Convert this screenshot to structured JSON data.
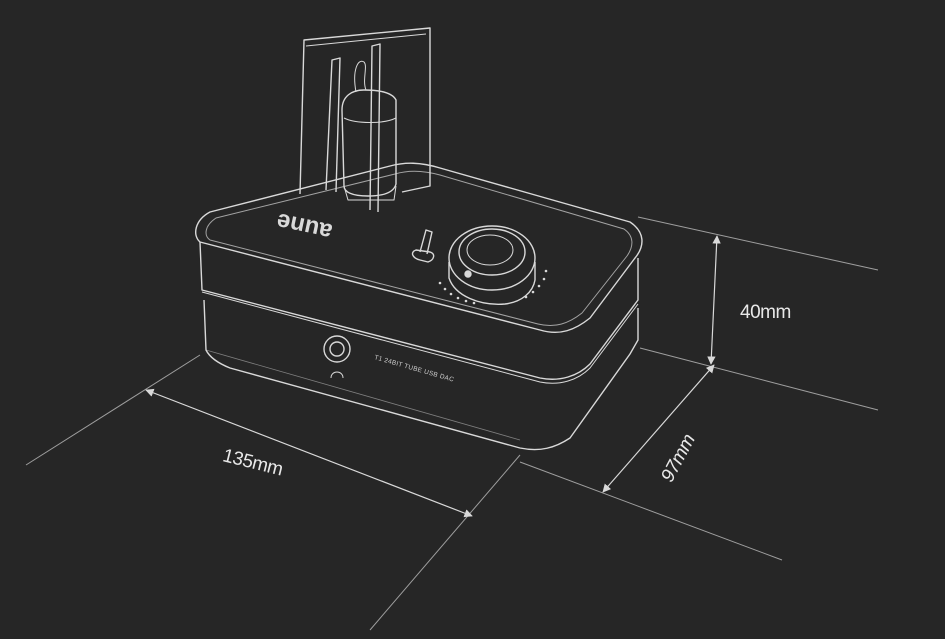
{
  "dimensions": {
    "height": "40mm",
    "width": "135mm",
    "depth": "97mm"
  },
  "device": {
    "brand": "aune",
    "model_label": "T1 24BIT TUBE USB DAC"
  },
  "colors": {
    "background": "#262626",
    "line": "#d9d9d9",
    "text": "#e8e8e8"
  }
}
